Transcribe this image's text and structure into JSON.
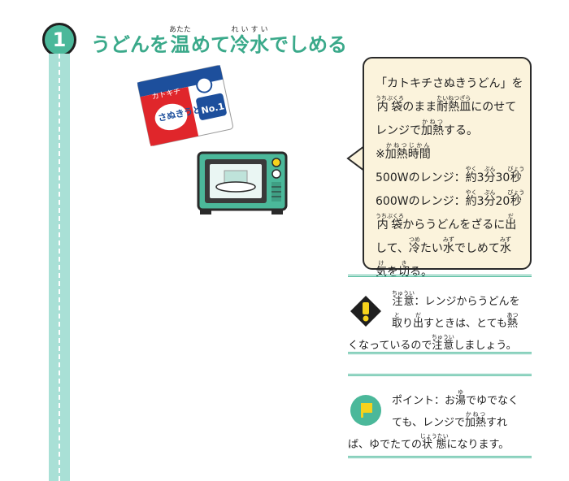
{
  "step": {
    "number": "1",
    "title_parts": [
      {
        "text": "うどんを",
        "ruby": ""
      },
      {
        "text": "温",
        "ruby": "あたた"
      },
      {
        "text": "めて",
        "ruby": ""
      },
      {
        "text": "冷水",
        "ruby": "れいすい"
      },
      {
        "text": "でしめる",
        "ruby": ""
      }
    ]
  },
  "package": {
    "logo_text": "カトキチ",
    "name_text": "さぬきうどん",
    "badge_text": "No.1",
    "colors": {
      "red": "#e0262b",
      "blue": "#1d4f9c"
    }
  },
  "instructions": {
    "lines": [
      [
        {
          "t": "「カトキチさぬきうどん」を",
          "r": ""
        }
      ],
      [
        {
          "t": "内袋",
          "r": "うちぶくろ"
        },
        {
          "t": "のまま",
          "r": ""
        },
        {
          "t": "耐熱皿",
          "r": "たいねつざら"
        },
        {
          "t": "にのせて",
          "r": ""
        }
      ],
      [
        {
          "t": "レンジで",
          "r": ""
        },
        {
          "t": "加熱",
          "r": "かねつ"
        },
        {
          "t": "する。",
          "r": ""
        }
      ],
      [
        {
          "t": "※",
          "r": ""
        },
        {
          "t": "加熱時間",
          "r": "かねつじかん"
        }
      ],
      [
        {
          "t": "500Wのレンジ：",
          "r": ""
        },
        {
          "t": "約",
          "r": "やく"
        },
        {
          "t": "3",
          "r": ""
        },
        {
          "t": "分",
          "r": "ぷん"
        },
        {
          "t": "30",
          "r": ""
        },
        {
          "t": "秒",
          "r": "びょう"
        }
      ],
      [
        {
          "t": "600Wのレンジ：",
          "r": ""
        },
        {
          "t": "約",
          "r": "やく"
        },
        {
          "t": "3",
          "r": ""
        },
        {
          "t": "分",
          "r": "ぷん"
        },
        {
          "t": "20",
          "r": ""
        },
        {
          "t": "秒",
          "r": "びょう"
        }
      ],
      [
        {
          "t": "内袋",
          "r": "うちぶくろ"
        },
        {
          "t": "からうどんをざるに",
          "r": ""
        },
        {
          "t": "出",
          "r": "だ"
        }
      ],
      [
        {
          "t": "して、",
          "r": ""
        },
        {
          "t": "冷",
          "r": "つめ"
        },
        {
          "t": "たい",
          "r": ""
        },
        {
          "t": "水",
          "r": "みず"
        },
        {
          "t": "でしめて",
          "r": ""
        },
        {
          "t": "水",
          "r": "みず"
        }
      ],
      [
        {
          "t": "気",
          "r": "け"
        },
        {
          "t": "を",
          "r": ""
        },
        {
          "t": "切",
          "r": "き"
        },
        {
          "t": "る。",
          "r": ""
        }
      ]
    ]
  },
  "caution": {
    "lines": [
      [
        {
          "t": "注意",
          "r": "ちゅうい"
        },
        {
          "t": "：レンジからうどんを",
          "r": ""
        }
      ],
      [
        {
          "t": "取",
          "r": "と"
        },
        {
          "t": "り",
          "r": ""
        },
        {
          "t": "出",
          "r": "だ"
        },
        {
          "t": "すときは、とても",
          "r": ""
        },
        {
          "t": "熱",
          "r": "あつ"
        }
      ],
      [
        {
          "t": "くなっているので",
          "r": ""
        },
        {
          "t": "注意",
          "r": "ちゅうい"
        },
        {
          "t": "しましょう。",
          "r": ""
        }
      ]
    ],
    "icon_color": "#1f1f1f",
    "accent": "#f6d21c"
  },
  "point": {
    "lines": [
      [
        {
          "t": "ポイント：お",
          "r": ""
        },
        {
          "t": "湯",
          "r": "ゆ"
        },
        {
          "t": "でゆでなく",
          "r": ""
        }
      ],
      [
        {
          "t": "ても、レンジで",
          "r": ""
        },
        {
          "t": "加熱",
          "r": "かねつ"
        },
        {
          "t": "すれ",
          "r": ""
        }
      ],
      [
        {
          "t": "ば、ゆでたての",
          "r": ""
        },
        {
          "t": "状態",
          "r": "じょうたい"
        },
        {
          "t": "になります。",
          "r": ""
        }
      ]
    ],
    "icon_color": "#4bb89a",
    "accent": "#f6d21c"
  },
  "colors": {
    "teal": "#4bb89a",
    "rail": "#a9e0d6",
    "bubble_bg": "#fbf3dc"
  }
}
